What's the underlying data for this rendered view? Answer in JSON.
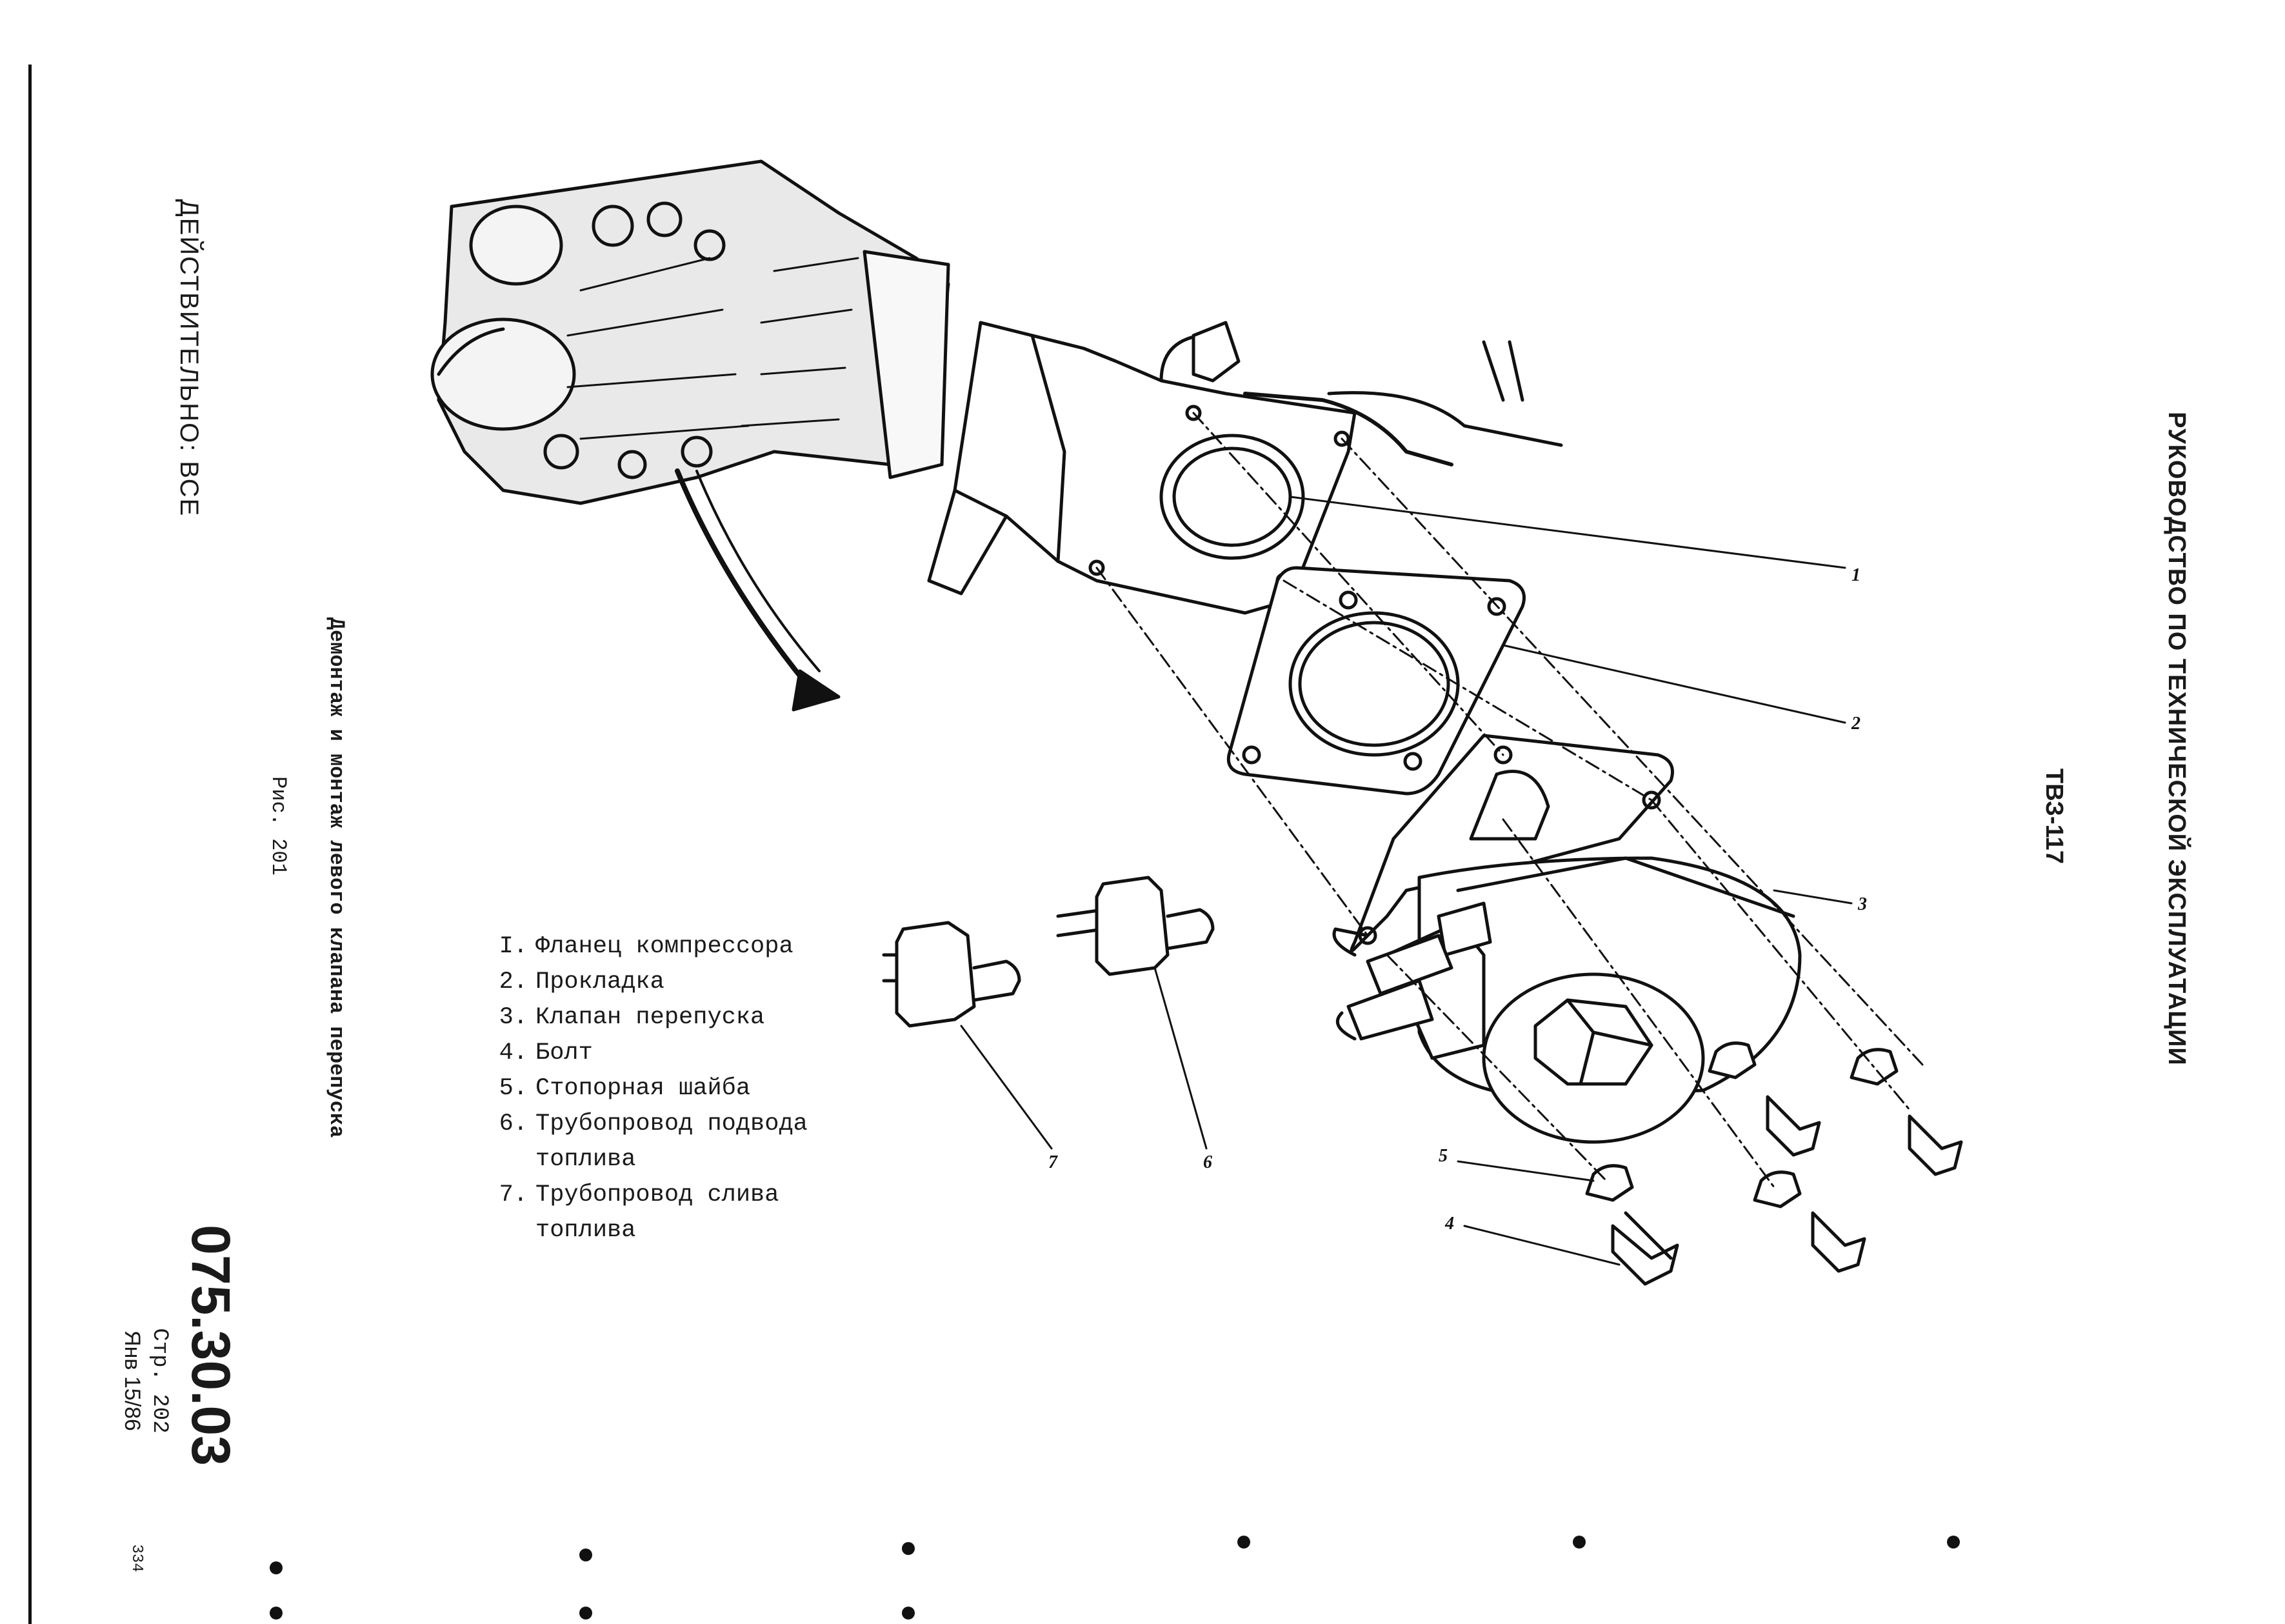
{
  "header": {
    "model": "ТВЗ-117",
    "manual_title": "РУКОВОДСТВО ПО ТЕХНИЧЕСКОЙ ЭКСПЛУАТАЦИИ"
  },
  "effectivity": "ДЕЙСТВИТЕЛЬНО: ВСЕ",
  "figure": {
    "caption": "Демонтаж и монтаж левого клапана перепуска",
    "number": "Рис. 201"
  },
  "legend": [
    {
      "num": "I.",
      "lines": [
        "Фланец компрессора"
      ]
    },
    {
      "num": "2.",
      "lines": [
        "Прокладка"
      ]
    },
    {
      "num": "3.",
      "lines": [
        "Клапан перепуска"
      ]
    },
    {
      "num": "4.",
      "lines": [
        "Болт"
      ]
    },
    {
      "num": "5.",
      "lines": [
        "Стопорная шайба"
      ]
    },
    {
      "num": "6.",
      "lines": [
        "Трубопровод подвода",
        "топлива"
      ]
    },
    {
      "num": "7.",
      "lines": [
        "Трубопровод слива",
        "топлива"
      ]
    }
  ],
  "callouts": [
    "1",
    "2",
    "3",
    "4",
    "5",
    "6",
    "7"
  ],
  "footer": {
    "doc_number": "075.30.03",
    "page": "Стр. 202",
    "date": "Янв 15/86",
    "sheet": "334"
  }
}
